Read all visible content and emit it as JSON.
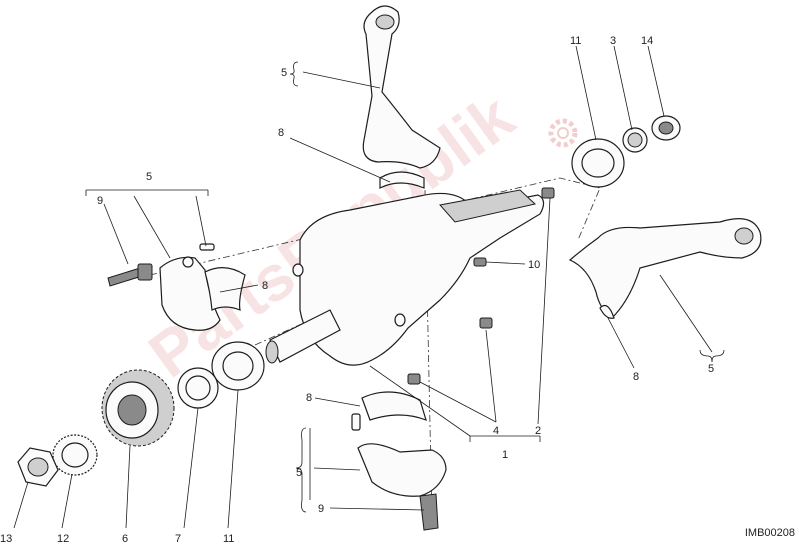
{
  "watermark": "PartsRepublik",
  "drawing_code": "IMB00208",
  "labels": {
    "l5_top": "5",
    "l8_top": "8",
    "l11_right": "11",
    "l3": "3",
    "l14": "14",
    "l5_left": "5",
    "l9_left": "9",
    "l8_left": "8",
    "l10": "10",
    "l8_right": "8",
    "l5_right": "5",
    "l8_bottom": "8",
    "l5_bottom": "5",
    "l9_bottom": "9",
    "l4": "4",
    "l2": "2",
    "l1": "1",
    "l13": "13",
    "l12": "12",
    "l6": "6",
    "l7": "7",
    "l11_bottom": "11"
  }
}
